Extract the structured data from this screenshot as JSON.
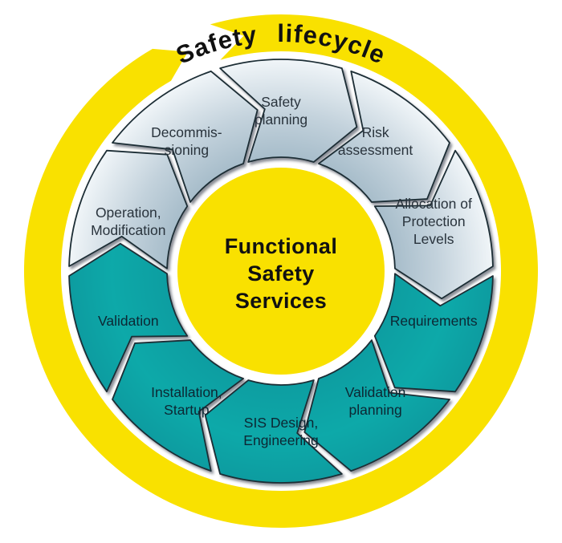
{
  "diagram": {
    "title": "Safety lifecycle",
    "flow_direction": "clockwise",
    "center": {
      "lines": [
        "Functional",
        "Safety",
        "Services"
      ]
    },
    "segments": [
      {
        "id": "safety-planning",
        "label_lines": [
          "Safety",
          "planning"
        ],
        "angle": 0,
        "color": "gray"
      },
      {
        "id": "risk-assessment",
        "label_lines": [
          "Risk",
          "assessment"
        ],
        "angle": 36,
        "color": "gray"
      },
      {
        "id": "allocation-of-protection-levels",
        "label_lines": [
          "Allocation of",
          "Protection",
          "Levels"
        ],
        "angle": 72,
        "color": "gray"
      },
      {
        "id": "requirements",
        "label_lines": [
          "Requirements"
        ],
        "angle": 108,
        "color": "teal"
      },
      {
        "id": "validation-planning",
        "label_lines": [
          "Validation",
          "planning"
        ],
        "angle": 144,
        "color": "teal"
      },
      {
        "id": "sis-design-engineering",
        "label_lines": [
          "SIS Design,",
          "Engineering"
        ],
        "angle": 180,
        "color": "teal"
      },
      {
        "id": "installation-startup",
        "label_lines": [
          "Installation,",
          "Startup"
        ],
        "angle": 216,
        "color": "teal"
      },
      {
        "id": "validation",
        "label_lines": [
          "Validation"
        ],
        "angle": 252,
        "color": "teal"
      },
      {
        "id": "operation-modification",
        "label_lines": [
          "Operation,",
          "Modification"
        ],
        "angle": 288,
        "color": "gray"
      },
      {
        "id": "decommissioning",
        "label_lines": [
          "Decommis-",
          "sioning"
        ],
        "angle": 324,
        "color": "gray"
      }
    ],
    "colors": {
      "ring_yellow": "#F9E100",
      "segment_teal_dark": "#089CA0",
      "segment_teal": "#0FA9A9",
      "segment_gray_inner": "#A2B9C7",
      "segment_gray_mid": "#C3D2DC",
      "segment_gray_outer": "#F0F5F8",
      "outline_dark": "#1E2D36",
      "label_on_gray": "#29333C",
      "label_on_teal": "#0D2733",
      "center_text": "#111111",
      "title_text": "#111111",
      "background": "#FFFFFF"
    }
  }
}
